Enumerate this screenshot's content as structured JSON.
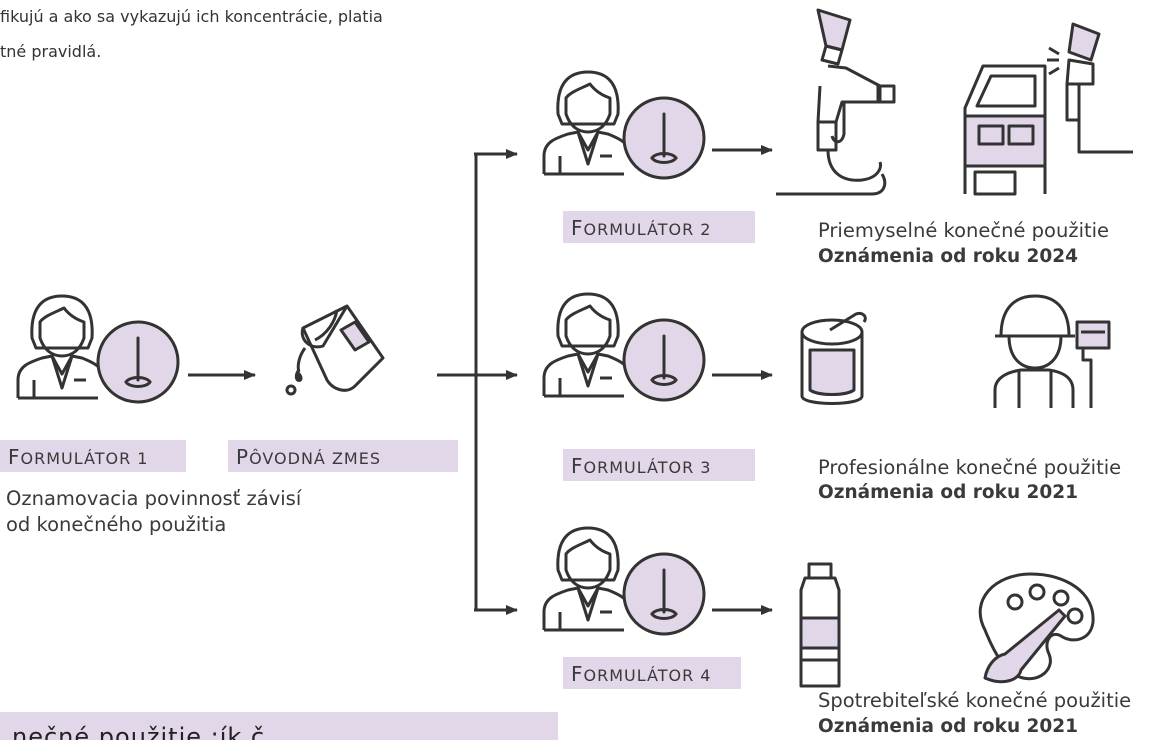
{
  "intro": {
    "line1": "fikujú a ako sa vykazujú ich koncentrácie, platia",
    "line2": "tné pravidlá."
  },
  "formulator1": {
    "cap": "F",
    "rest": "ORMULÁTOR 1",
    "description_line1": "Oznamovacia povinnosť závisí",
    "description_line2": "od konečného použitia"
  },
  "mixture": {
    "cap": "P",
    "rest": "ÔVODNÁ ZMES"
  },
  "formulator2": {
    "cap": "F",
    "rest": "ORMULÁTOR 2"
  },
  "formulator3": {
    "cap": "F",
    "rest": "ORMULÁTOR 3"
  },
  "formulator4": {
    "cap": "F",
    "rest": "ORMULÁTOR 4"
  },
  "uses": [
    {
      "title": "Priemyselné konečné použitie",
      "notice": "Oznámenia od roku 2024"
    },
    {
      "title": "Profesionálne konečné použitie",
      "notice": "Oznámenia od roku 2021"
    },
    {
      "title": "Spotrebiteľské konečné použitie",
      "notice": "Oznámenia od roku 2021"
    }
  ],
  "bottom_heading": "nečné použitie ;ík č",
  "colors": {
    "accent": "#e2d7e9",
    "line": "#333333"
  },
  "icons": [
    "formulator-person-icon",
    "paint-bucket-icon",
    "spray-gun-icon",
    "car-spray-icon",
    "paint-can-icon",
    "painter-worker-icon",
    "paint-tube-icon",
    "palette-brush-icon"
  ]
}
